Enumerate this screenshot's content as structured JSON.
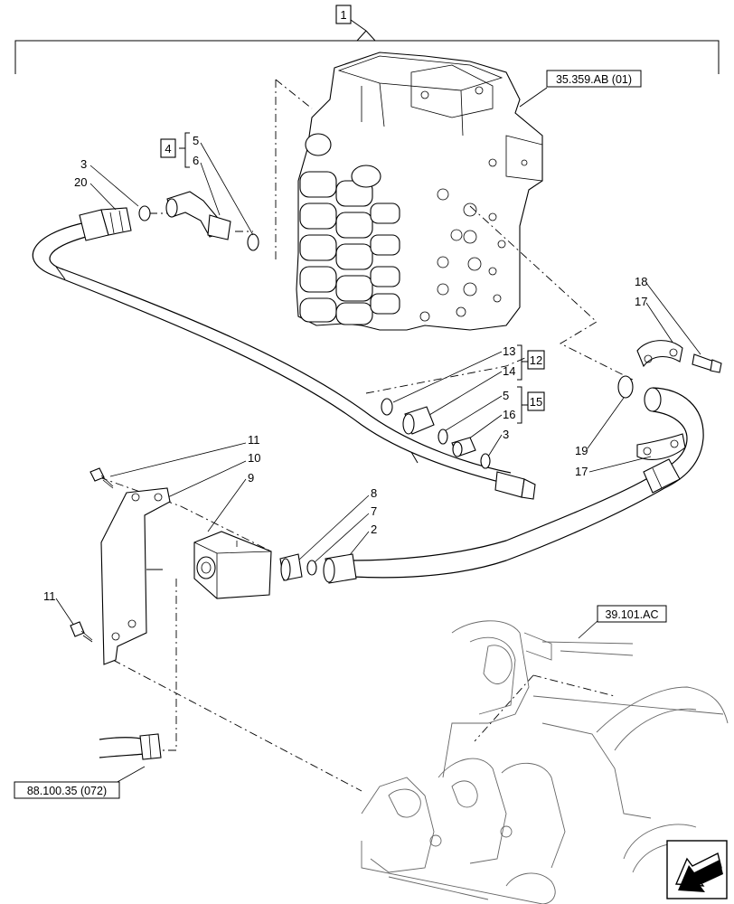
{
  "diagram": {
    "assembly_label": "1",
    "boxed_labels": [
      "4",
      "12",
      "15"
    ],
    "callouts": [
      "2",
      "3",
      "3",
      "5",
      "5",
      "6",
      "7",
      "8",
      "9",
      "10",
      "11",
      "11",
      "13",
      "14",
      "16",
      "17",
      "17",
      "18",
      "19",
      "20"
    ],
    "references": {
      "control_valve": "35.359.AB (01)",
      "loader_frame": "39.101.AC",
      "bottom_hose": "88.100.35 (072)"
    },
    "navigation_icon": "arrow-icon"
  }
}
